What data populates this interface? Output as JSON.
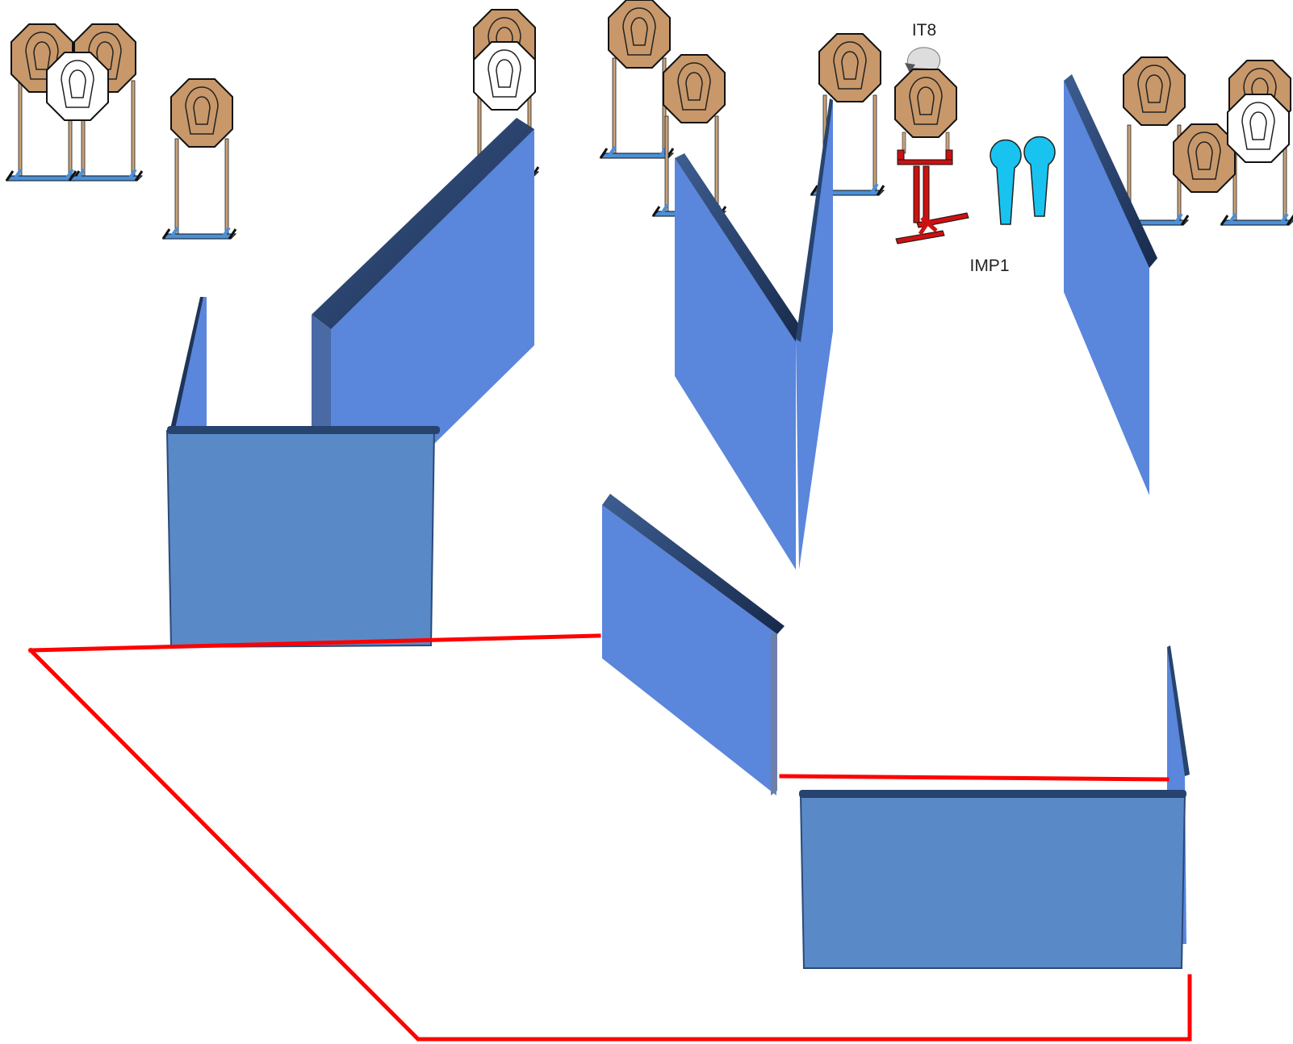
{
  "labels": {
    "it8": "IT8",
    "imp1": "IMP1"
  },
  "legend_icons": {
    "paper_target": "paper-target-icon",
    "no_shoot_target": "no-shoot-target-icon",
    "popper": "popper-icon",
    "swinger": "swinger-mechanism-icon",
    "wall": "barricade-wall"
  },
  "colors": {
    "target_fill": "#C8986A",
    "no_shoot_fill": "#FFFFFF",
    "wall_face": "#5A86DC",
    "wall_front": "#5A89C8",
    "wall_edge": "#1E3557",
    "fault_line": "#FF0000",
    "stand_base": "#4A90D9",
    "stand_post": "#C9A27A",
    "popper": "#19C3F0",
    "mechanism": "#CC1111"
  }
}
